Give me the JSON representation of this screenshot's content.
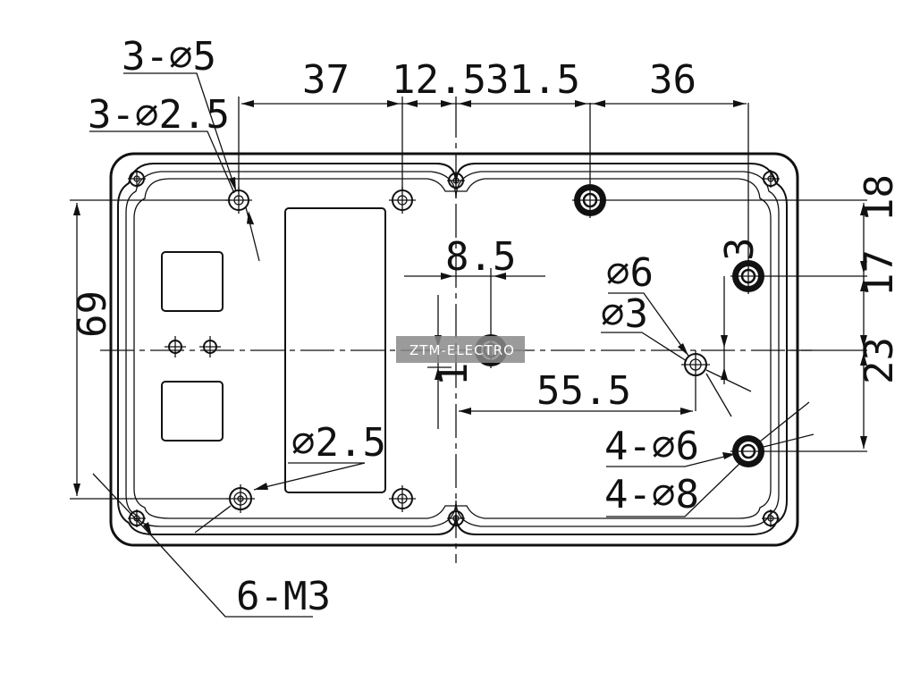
{
  "diagram": {
    "dimensions": {
      "d37": "37",
      "d12_5": "12.5",
      "d31_5": "31.5",
      "d36": "36",
      "d8_5": "8.5",
      "d55_5": "55.5",
      "d69": "69",
      "d18": "18",
      "d17": "17",
      "d23": "23",
      "d3": "3",
      "d1": "1"
    },
    "callouts": {
      "holes_3_d5": "3-⌀5",
      "holes_3_d2_5": "3-⌀2.5",
      "hole_d6": "⌀6",
      "hole_d3": "⌀3",
      "hole_d2_5": "⌀2.5",
      "holes_4_d6": "4-⌀6",
      "holes_4_d8": "4-⌀8",
      "screws_6_m3": "6-M3"
    },
    "watermark": "ZTM-ELECTRO"
  }
}
